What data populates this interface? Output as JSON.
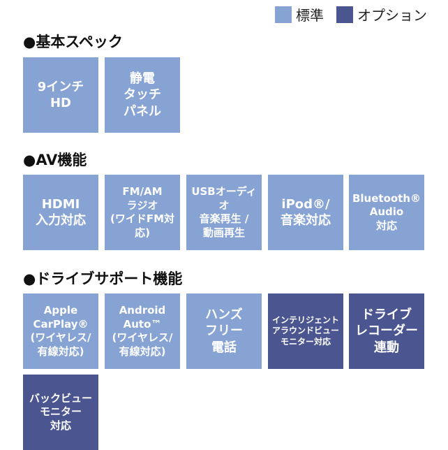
{
  "legend": {
    "standard": "標準",
    "option": "オプション"
  },
  "colors": {
    "standard": "#87a3d4",
    "option": "#4b5590"
  },
  "sections": [
    {
      "title": "●基本スペック",
      "items": [
        {
          "label": "9インチ\nHD",
          "type": "standard"
        },
        {
          "label": "静電\nタッチ\nパネル",
          "type": "standard"
        }
      ]
    },
    {
      "title": "●AV機能",
      "items": [
        {
          "label": "HDMI\n入力対応",
          "type": "standard"
        },
        {
          "label": "FM/AM\nラジオ\n(ワイドFM対応)",
          "type": "standard"
        },
        {
          "label": "USBオーディオ\n音楽再生 /\n動画再生",
          "type": "standard"
        },
        {
          "label": "iPod®/\n音楽対応",
          "type": "standard"
        },
        {
          "label": "Bluetooth®\nAudio\n対応",
          "type": "standard"
        }
      ]
    },
    {
      "title": "●ドライブサポート機能",
      "items": [
        {
          "label": "Apple\nCarPlay®\n(ワイヤレス/\n有線対応)",
          "type": "standard"
        },
        {
          "label": "Android\nAuto™\n(ワイヤレス/\n有線対応)",
          "type": "standard"
        },
        {
          "label": "ハンズ\nフリー\n電話",
          "type": "standard"
        },
        {
          "label": "インテリジェント\nアラウンドビュー\nモニター対応",
          "type": "option"
        },
        {
          "label": "ドライブ\nレコーダー\n連動",
          "type": "option"
        },
        {
          "label": "バックビュー\nモニター\n対応",
          "type": "option"
        }
      ]
    }
  ]
}
